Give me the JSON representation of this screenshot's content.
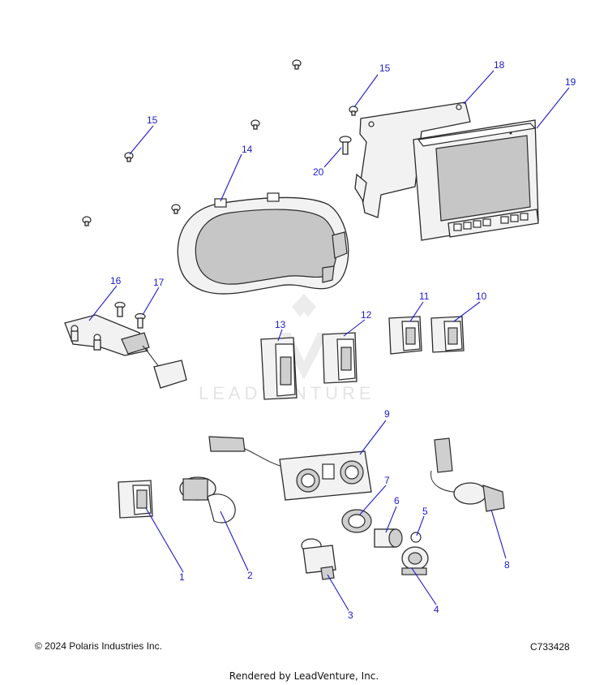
{
  "watermark": "LEADVENTURE",
  "callouts": [
    "1",
    "2",
    "3",
    "4",
    "5",
    "6",
    "7",
    "8",
    "9",
    "10",
    "11",
    "12",
    "13",
    "14",
    "15",
    "15",
    "16",
    "17",
    "18",
    "19",
    "20"
  ],
  "footer": {
    "copyright": "© 2024 Polaris Industries Inc.",
    "diagram_id": "C733428",
    "rendered_by": "Rendered by LeadVenture, Inc."
  }
}
